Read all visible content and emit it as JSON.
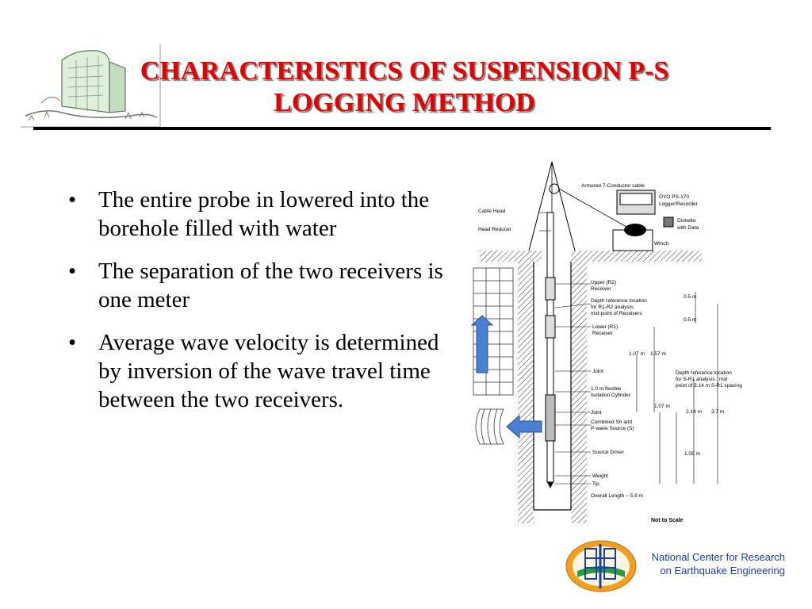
{
  "slide": {
    "title_line1": "CHARACTERISTICS OF SUSPENSION P-S",
    "title_line2": "LOGGING METHOD"
  },
  "bullets": [
    "The entire probe in lowered into the borehole filled with water",
    "The separation of the two receivers is one meter",
    "Average wave velocity is determined by inversion of the wave travel time between the two receivers."
  ],
  "bullet_glyph": "•",
  "diagram": {
    "labels": {
      "armored_cable": "Armored 7-Conductor cable",
      "logger_1": "OYO PS-170",
      "logger_2": "Logger/Recorder",
      "cable_head": "Cable Head",
      "head_reducer": "Head Reducer",
      "diskette_1": "Diskette",
      "diskette_2": "with Data",
      "winch": "Winch",
      "upper_r2_1": "Upper  (R2)",
      "upper_r2_2": "Receiver",
      "depth_ref_1": "Depth reference location",
      "depth_ref_2": "for R1-R2 analysis:",
      "depth_ref_3": "mid-point of Receivers",
      "lower_r1_1": "Lower (R1)",
      "lower_r1_2": "Receiver",
      "joint_1": "Joint",
      "isolation_1": "1.0 m flexible",
      "isolation_2": "Isolation Cylinder",
      "joint_2": "Joint",
      "source_1": "Combined Sh and",
      "source_2": "P-wave Source (S)",
      "source_driver": "Source Driver",
      "weight": "Weight",
      "tip": "Tip",
      "overall_length": "Overall Length ~ 5.8 m",
      "depth_sr1_1": "Depth reference location",
      "depth_sr1_2": "for S-R1 analysis : mid",
      "depth_sr1_3": "point of 3.14 m S-R1 spacing",
      "dim_05a": "0.5 m",
      "dim_05b": "0.5 m",
      "dim_107a": "1.07 m",
      "dim_157": "1.57 m",
      "dim_107b": "1.07 m",
      "dim_214": "2.14 m",
      "dim_37": "3.7 m",
      "dim_105": "1.05 m",
      "not_to_scale": "Not to Scale"
    }
  },
  "footer": {
    "org_line1": "National Center for Research",
    "org_line2": "on Earthquake Engineering"
  },
  "colors": {
    "title": "#e00000",
    "arrow_blue": "#4a7fd4",
    "footer_text": "#1a3fa8",
    "logo_orange": "#f0a020",
    "logo_green": "#2a9a3a"
  }
}
